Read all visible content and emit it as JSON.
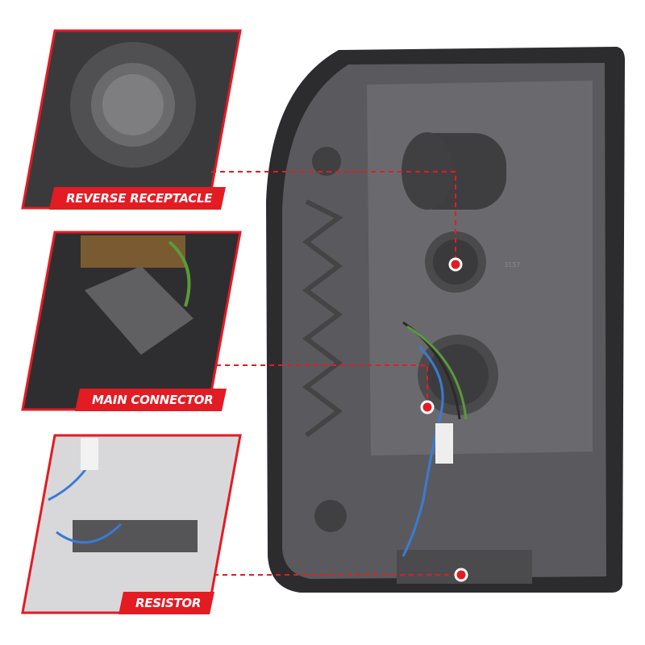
{
  "callouts": [
    {
      "label": "REVERSE RECEPTACLE"
    },
    {
      "label": "MAIN CONNECTOR"
    },
    {
      "label": "RESISTOR"
    }
  ],
  "lamp_markings": {
    "bulb_code": "3157"
  },
  "colors": {
    "accent": "#e31b23",
    "housing": "#4a4a4c",
    "panel_bg": "#3a3a3c"
  }
}
